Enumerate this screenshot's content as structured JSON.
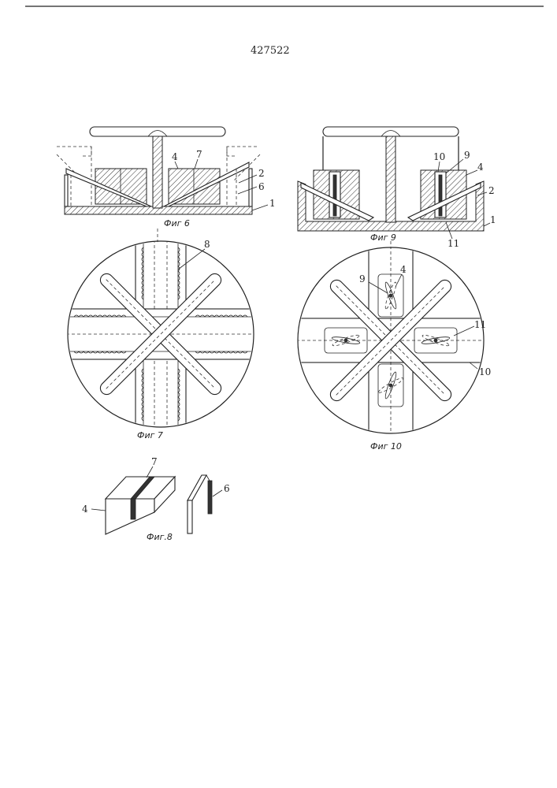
{
  "patent_number": "427522",
  "figures": {
    "fig6": {
      "caption": "Фиг 6",
      "labels": [
        "4",
        "7",
        "2",
        "6",
        "1"
      ]
    },
    "fig7": {
      "caption": "Фиг 7",
      "labels": [
        "8"
      ]
    },
    "fig8": {
      "caption": "Фиг.8",
      "labels": [
        "7",
        "4",
        "6"
      ]
    },
    "fig9": {
      "caption": "Фиг 9",
      "labels": [
        "10",
        "9",
        "4",
        "2",
        "1",
        "11"
      ]
    },
    "fig10": {
      "caption": "Фиг 10",
      "labels": [
        "4",
        "9",
        "11",
        "10"
      ]
    }
  },
  "colors": {
    "ink": "#222222",
    "paper": "#ffffff"
  }
}
